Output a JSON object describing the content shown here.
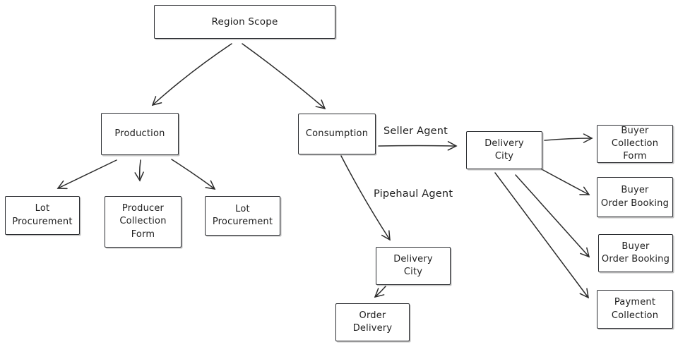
{
  "canvas": {
    "background": "#ffffff",
    "stroke_color": "#2b2b2b",
    "text_color": "#1e1e1e"
  },
  "nodes": {
    "region_scope": {
      "label": "Region Scope"
    },
    "production": {
      "label": "Production"
    },
    "consumption": {
      "label": "Consumption"
    },
    "lot_procurement_1": {
      "label": "Lot\nProcurement"
    },
    "producer_collection_form": {
      "label": "Producer\nCollection\nForm"
    },
    "lot_procurement_2": {
      "label": "Lot\nProcurement"
    },
    "delivery_city_mid": {
      "label": "Delivery\nCity"
    },
    "order_delivery": {
      "label": "Order\nDelivery"
    },
    "delivery_city_right": {
      "label": "Delivery\nCity"
    },
    "buyer_collection_form": {
      "label": "Buyer\nCollection Form"
    },
    "buyer_order_booking_1": {
      "label": "Buyer\nOrder Booking"
    },
    "buyer_order_booking_2": {
      "label": "Buyer\nOrder Booking"
    },
    "payment_collection": {
      "label": "Payment\nCollection"
    }
  },
  "edges": [
    {
      "from": "region_scope",
      "to": "production"
    },
    {
      "from": "region_scope",
      "to": "consumption"
    },
    {
      "from": "production",
      "to": "lot_procurement_1"
    },
    {
      "from": "production",
      "to": "producer_collection_form"
    },
    {
      "from": "production",
      "to": "lot_procurement_2"
    },
    {
      "from": "consumption",
      "to": "delivery_city_right",
      "label": "Seller Agent"
    },
    {
      "from": "consumption",
      "to": "delivery_city_mid",
      "label": "Pipehaul Agent"
    },
    {
      "from": "delivery_city_mid",
      "to": "order_delivery"
    },
    {
      "from": "delivery_city_right",
      "to": "buyer_collection_form"
    },
    {
      "from": "delivery_city_right",
      "to": "buyer_order_booking_1"
    },
    {
      "from": "delivery_city_right",
      "to": "buyer_order_booking_2"
    },
    {
      "from": "delivery_city_right",
      "to": "payment_collection"
    }
  ]
}
